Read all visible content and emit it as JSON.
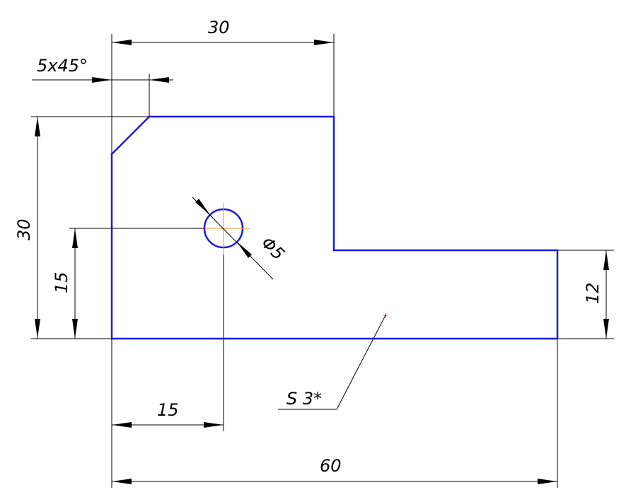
{
  "colors": {
    "outline": "#1a1adc",
    "dimension": "#000000",
    "centerline": "#ff8c1a",
    "point": "#ff3333"
  },
  "dimensions": {
    "top_width": "30",
    "chamfer": "5x45°",
    "left_height": "30",
    "hole_height": "15",
    "hole_diameter": "Φ5",
    "right_height": "12",
    "hole_offset": "15",
    "overall_width": "60"
  },
  "annotation": {
    "thickness": "S 3*"
  }
}
